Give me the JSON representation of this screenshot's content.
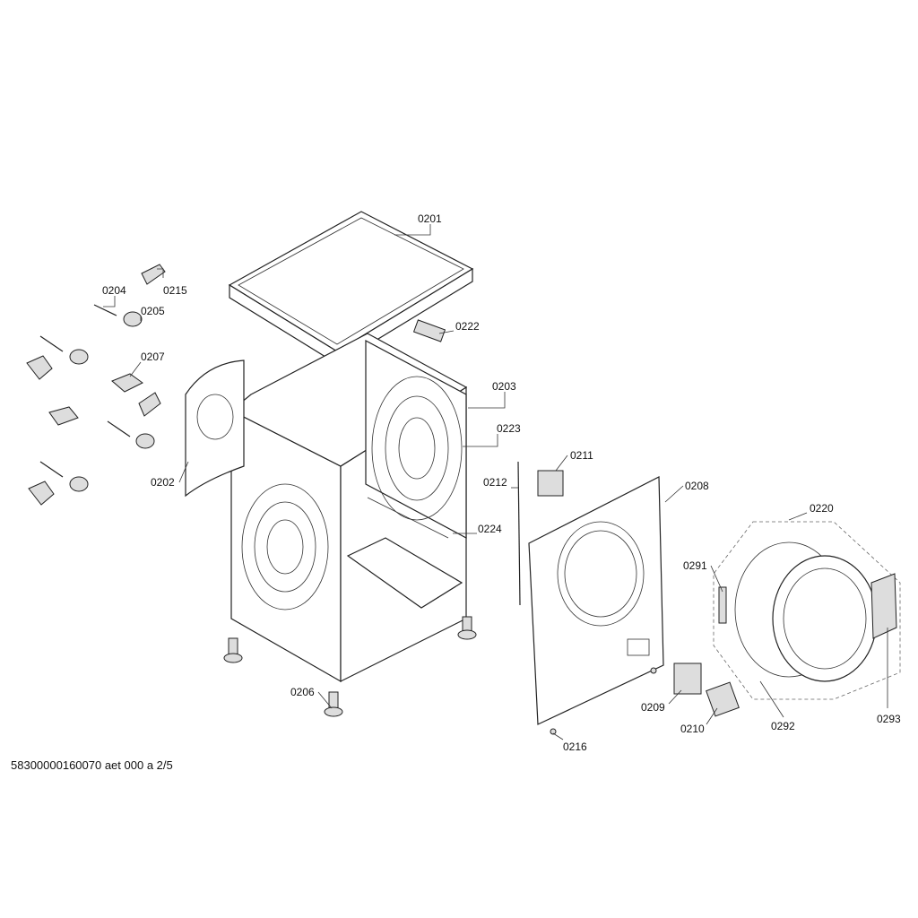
{
  "labels": {
    "p0201": "0201",
    "p0202": "0202",
    "p0203": "0203",
    "p0204": "0204",
    "p0205": "0205",
    "p0206": "0206",
    "p0207": "0207",
    "p0208": "0208",
    "p0209": "0209",
    "p0210": "0210",
    "p0211": "0211",
    "p0212": "0212",
    "p0215": "0215",
    "p0216": "0216",
    "p0220": "0220",
    "p0222": "0222",
    "p0223": "0223",
    "p0224": "0224",
    "p0291": "0291",
    "p0292": "0292",
    "p0293": "0293"
  },
  "footer": "58300000160070 aet 000 a 2/5"
}
